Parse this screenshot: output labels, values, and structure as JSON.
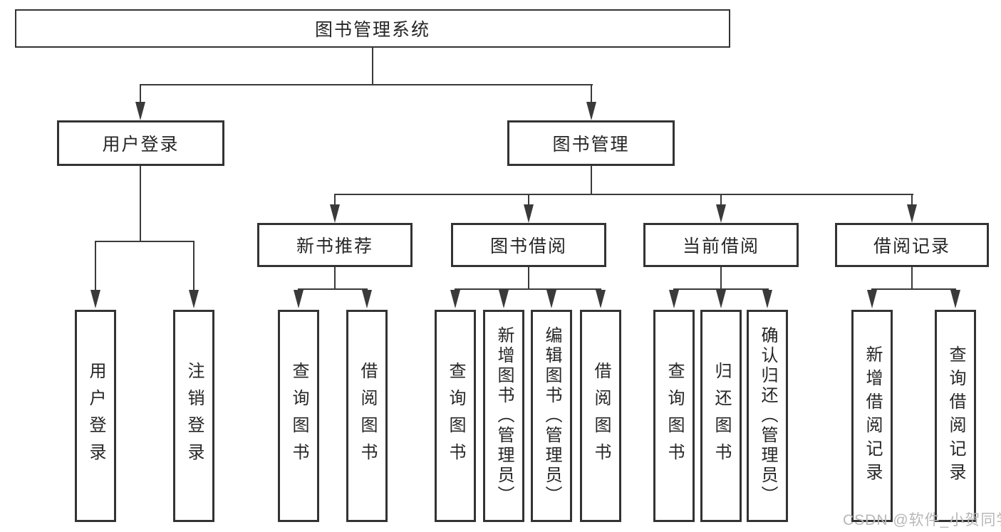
{
  "tree": {
    "root": {
      "label": "图书管理系统"
    },
    "branches": [
      {
        "label": "用户登录",
        "children": [
          {
            "label": "用户登录"
          },
          {
            "label": "注销登录"
          }
        ]
      },
      {
        "label": "图书管理",
        "children": [
          {
            "label": "新书推荐",
            "children": [
              {
                "label": "查询图书"
              },
              {
                "label": "借阅图书"
              }
            ]
          },
          {
            "label": "图书借阅",
            "children": [
              {
                "label": "查询图书"
              },
              {
                "label": "新增图书（管理员）"
              },
              {
                "label": "编辑图书（管理员）"
              },
              {
                "label": "借阅图书"
              }
            ]
          },
          {
            "label": "当前借阅",
            "children": [
              {
                "label": "查询图书"
              },
              {
                "label": "归还图书"
              },
              {
                "label": "确认归还（管理员）"
              }
            ]
          },
          {
            "label": "借阅记录",
            "children": [
              {
                "label": "新增借阅记录"
              },
              {
                "label": "查询借阅记录"
              }
            ]
          }
        ]
      }
    ]
  },
  "watermark": {
    "text": "CSDN @软件_小贺同学"
  },
  "colors": {
    "line": "#3a3a3a",
    "border": "#333333",
    "text": "#262626",
    "watermark": "#b8b8b8",
    "background": "#ffffff"
  }
}
